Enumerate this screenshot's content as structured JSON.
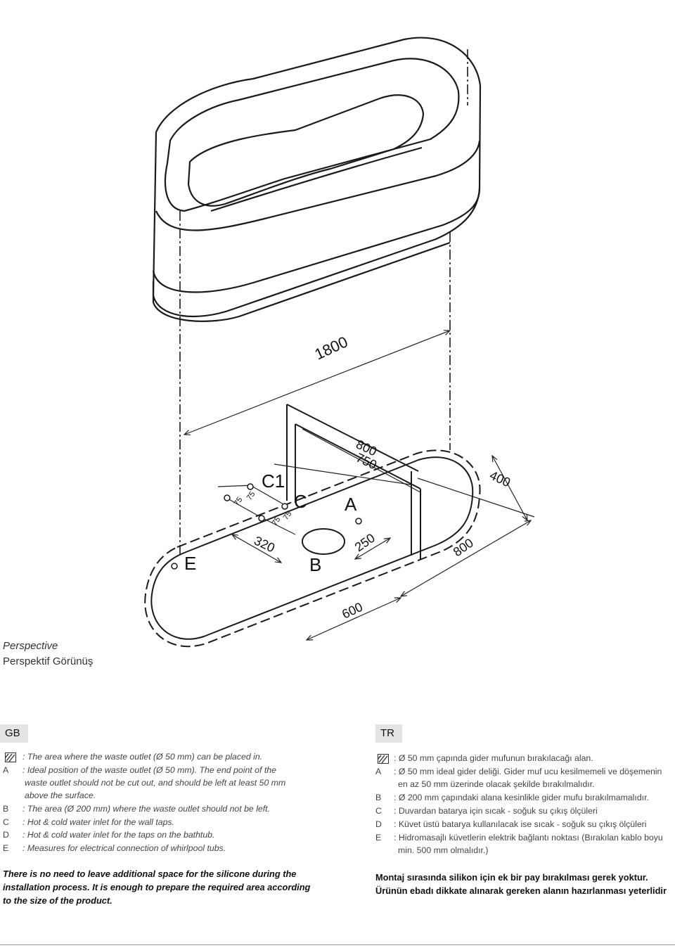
{
  "labels": {
    "C1": "C1",
    "C": "C",
    "A": "A",
    "B": "B",
    "E": "E"
  },
  "dimensions": {
    "d1800": "1800",
    "d800a": "800",
    "d750": "750",
    "d400": "400",
    "d800b": "800",
    "d600": "600",
    "d320": "320",
    "d250": "250",
    "d75a": "75",
    "d75b": "75",
    "d75c": "75",
    "d75d": "75"
  },
  "caption": {
    "en": "Perspective",
    "tr": "Perspektif Görünüş"
  },
  "gb": {
    "tag": "GB",
    "items": [
      {
        "key": "",
        "text": ": The area where the waste outlet (Ø 50 mm) can be placed in."
      },
      {
        "key": "A",
        "text": ": Ideal position of the waste outlet (Ø 50 mm). The end point of the"
      },
      {
        "key": "",
        "text": "waste outlet should not be cut out, and should be left at least 50 mm"
      },
      {
        "key": "",
        "text": "above the surface."
      },
      {
        "key": "B",
        "text": ": The area (Ø 200 mm) where the waste outlet should not be left."
      },
      {
        "key": "C",
        "text": ": Hot & cold water inlet for the wall taps."
      },
      {
        "key": "D",
        "text": ": Hot & cold water inlet for the taps on the bathtub."
      },
      {
        "key": "E",
        "text": ": Measures for electrical connection of whirlpool tubs."
      }
    ],
    "note": "There is no need to leave additional space for the silicone during the installation process. It is enough to prepare the required area according to the size of the product."
  },
  "tr": {
    "tag": "TR",
    "items": [
      {
        "key": "",
        "text": ": Ø 50 mm çapında gider mufunun bırakılacağı alan."
      },
      {
        "key": "A",
        "text": ": Ø 50 mm ideal gider deliği. Gider muf ucu kesilmemeli ve döşemenin"
      },
      {
        "key": "",
        "text": "en az 50 mm üzerinde olacak şekilde bırakılmalıdır."
      },
      {
        "key": "B",
        "text": ": Ø 200 mm çapındaki alana kesinlikle gider mufu bırakılmamalıdır."
      },
      {
        "key": "C",
        "text": ": Duvardan batarya için sıcak - soğuk su çıkış ölçüleri"
      },
      {
        "key": "D",
        "text": ": Küvet üstü batarya kullanılacak ise sıcak - soğuk su çıkış ölçüleri"
      },
      {
        "key": "E",
        "text": ": Hidromasajlı küvetlerin elektrik bağlantı noktası (Bırakılan kablo boyu"
      },
      {
        "key": "",
        "text": "min. 500 mm olmalıdır.)"
      }
    ],
    "note": "Montaj sırasında silikon için ek bir pay bırakılması gerek yoktur. Ürünün ebadı dikkate alınarak gereken alanın hazırlanması yeterlidir"
  }
}
